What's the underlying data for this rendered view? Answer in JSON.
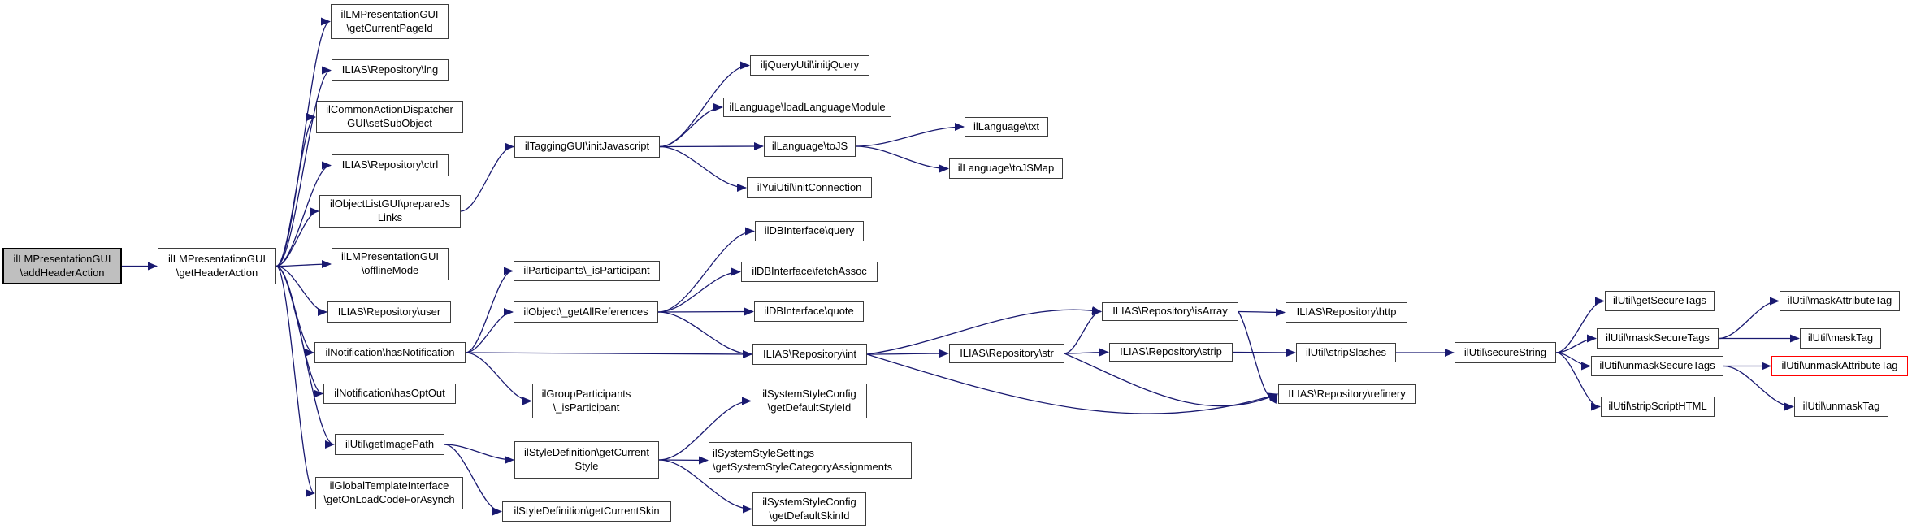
{
  "diagram": {
    "type": "call-graph",
    "edge_color": "#191970",
    "node_border_color": "#3d3d3d",
    "current_node_fill": "#bfbfbf",
    "alert_border_color": "#ff0000",
    "background": "#ffffff"
  },
  "nodes": {
    "add_header_action": {
      "label": "ilLMPresentationGUI\n\\addHeaderAction"
    },
    "get_header_action": {
      "label": "ilLMPresentationGUI\n\\getHeaderAction"
    },
    "get_current_page_id": {
      "label": "ilLMPresentationGUI\n\\getCurrentPageId"
    },
    "lng": {
      "label": "ILIAS\\Repository\\lng"
    },
    "set_sub_object": {
      "label": "ilCommonActionDispatcher\nGUI\\setSubObject"
    },
    "ctrl": {
      "label": "ILIAS\\Repository\\ctrl"
    },
    "prepare_js_links": {
      "label": "ilObjectListGUI\\prepareJs\nLinks"
    },
    "offline_mode": {
      "label": "ilLMPresentationGUI\n\\offlineMode"
    },
    "user": {
      "label": "ILIAS\\Repository\\user"
    },
    "has_notification": {
      "label": "ilNotification\\hasNotification"
    },
    "has_opt_out": {
      "label": "ilNotification\\hasOptOut"
    },
    "get_image_path": {
      "label": "ilUtil\\getImagePath"
    },
    "get_onload_code": {
      "label": "ilGlobalTemplateInterface\n\\getOnLoadCodeForAsynch"
    },
    "init_javascript": {
      "label": "ilTaggingGUI\\initJavascript"
    },
    "participants_is_participant": {
      "label": "ilParticipants\\_isParticipant"
    },
    "get_all_references": {
      "label": "ilObject\\_getAllReferences"
    },
    "group_participants_is_participant": {
      "label": "ilGroupParticipants\n\\_isParticipant"
    },
    "get_current_style": {
      "label": "ilStyleDefinition\\getCurrent\nStyle"
    },
    "get_current_skin": {
      "label": "ilStyleDefinition\\getCurrentSkin"
    },
    "initjquery": {
      "label": "iljQueryUtil\\initjQuery"
    },
    "load_language_module": {
      "label": "ilLanguage\\loadLanguageModule"
    },
    "tojs": {
      "label": "ilLanguage\\toJS"
    },
    "init_connection": {
      "label": "ilYuiUtil\\initConnection"
    },
    "db_query": {
      "label": "ilDBInterface\\query"
    },
    "db_fetch_assoc": {
      "label": "ilDBInterface\\fetchAssoc"
    },
    "db_quote": {
      "label": "ilDBInterface\\quote"
    },
    "repo_int": {
      "label": "ILIAS\\Repository\\int"
    },
    "get_default_style_id": {
      "label": "ilSystemStyleConfig\n\\getDefaultStyleId"
    },
    "get_system_style_category_assignments": {
      "label": "ilSystemStyleSettings\n\\getSystemStyleCategoryAssignments"
    },
    "get_default_skin_id": {
      "label": "ilSystemStyleConfig\n\\getDefaultSkinId"
    },
    "lang_txt": {
      "label": "ilLanguage\\txt"
    },
    "tojsmap": {
      "label": "ilLanguage\\toJSMap"
    },
    "repo_str": {
      "label": "ILIAS\\Repository\\str"
    },
    "repo_is_array": {
      "label": "ILIAS\\Repository\\isArray"
    },
    "repo_strip": {
      "label": "ILIAS\\Repository\\strip"
    },
    "repo_http": {
      "label": "ILIAS\\Repository\\http"
    },
    "strip_slashes": {
      "label": "ilUtil\\stripSlashes"
    },
    "repo_refinery": {
      "label": "ILIAS\\Repository\\refinery"
    },
    "secure_string": {
      "label": "ilUtil\\secureString"
    },
    "get_secure_tags": {
      "label": "ilUtil\\getSecureTags"
    },
    "mask_secure_tags": {
      "label": "ilUtil\\maskSecureTags"
    },
    "unmask_secure_tags": {
      "label": "ilUtil\\unmaskSecureTags"
    },
    "strip_script_html": {
      "label": "ilUtil\\stripScriptHTML"
    },
    "mask_attribute_tag": {
      "label": "ilUtil\\maskAttributeTag"
    },
    "mask_tag": {
      "label": "ilUtil\\maskTag"
    },
    "unmask_attribute_tag": {
      "label": "ilUtil\\unmaskAttributeTag"
    },
    "unmask_tag": {
      "label": "ilUtil\\unmaskTag"
    }
  },
  "edges": [
    {
      "from": "add_header_action",
      "to": "get_header_action"
    },
    {
      "from": "get_header_action",
      "to": "get_current_page_id"
    },
    {
      "from": "get_header_action",
      "to": "lng"
    },
    {
      "from": "get_header_action",
      "to": "set_sub_object"
    },
    {
      "from": "get_header_action",
      "to": "ctrl"
    },
    {
      "from": "get_header_action",
      "to": "prepare_js_links"
    },
    {
      "from": "get_header_action",
      "to": "offline_mode"
    },
    {
      "from": "get_header_action",
      "to": "user"
    },
    {
      "from": "get_header_action",
      "to": "has_notification"
    },
    {
      "from": "get_header_action",
      "to": "has_opt_out"
    },
    {
      "from": "get_header_action",
      "to": "get_image_path"
    },
    {
      "from": "get_header_action",
      "to": "get_onload_code"
    },
    {
      "from": "prepare_js_links",
      "to": "init_javascript"
    },
    {
      "from": "init_javascript",
      "to": "initjquery"
    },
    {
      "from": "init_javascript",
      "to": "load_language_module"
    },
    {
      "from": "init_javascript",
      "to": "tojs"
    },
    {
      "from": "init_javascript",
      "to": "init_connection"
    },
    {
      "from": "tojs",
      "to": "lang_txt"
    },
    {
      "from": "tojs",
      "to": "tojsmap"
    },
    {
      "from": "has_notification",
      "to": "participants_is_participant"
    },
    {
      "from": "has_notification",
      "to": "get_all_references"
    },
    {
      "from": "has_notification",
      "to": "repo_int"
    },
    {
      "from": "has_notification",
      "to": "group_participants_is_participant"
    },
    {
      "from": "get_all_references",
      "to": "db_query"
    },
    {
      "from": "get_all_references",
      "to": "db_fetch_assoc"
    },
    {
      "from": "get_all_references",
      "to": "db_quote"
    },
    {
      "from": "get_all_references",
      "to": "repo_int"
    },
    {
      "from": "repo_int",
      "to": "repo_is_array"
    },
    {
      "from": "repo_int",
      "to": "repo_str"
    },
    {
      "from": "repo_int",
      "to": "repo_refinery"
    },
    {
      "from": "repo_str",
      "to": "repo_is_array"
    },
    {
      "from": "repo_str",
      "to": "repo_strip"
    },
    {
      "from": "repo_str",
      "to": "repo_refinery"
    },
    {
      "from": "repo_is_array",
      "to": "repo_http"
    },
    {
      "from": "repo_is_array",
      "to": "repo_refinery"
    },
    {
      "from": "repo_strip",
      "to": "strip_slashes"
    },
    {
      "from": "strip_slashes",
      "to": "secure_string"
    },
    {
      "from": "secure_string",
      "to": "get_secure_tags"
    },
    {
      "from": "secure_string",
      "to": "mask_secure_tags"
    },
    {
      "from": "secure_string",
      "to": "unmask_secure_tags"
    },
    {
      "from": "secure_string",
      "to": "strip_script_html"
    },
    {
      "from": "mask_secure_tags",
      "to": "mask_attribute_tag"
    },
    {
      "from": "mask_secure_tags",
      "to": "mask_tag"
    },
    {
      "from": "unmask_secure_tags",
      "to": "unmask_attribute_tag"
    },
    {
      "from": "unmask_secure_tags",
      "to": "unmask_tag"
    },
    {
      "from": "get_image_path",
      "to": "get_current_style"
    },
    {
      "from": "get_image_path",
      "to": "get_current_skin"
    },
    {
      "from": "get_current_style",
      "to": "get_default_style_id"
    },
    {
      "from": "get_current_style",
      "to": "get_system_style_category_assignments"
    },
    {
      "from": "get_current_style",
      "to": "get_default_skin_id"
    }
  ]
}
